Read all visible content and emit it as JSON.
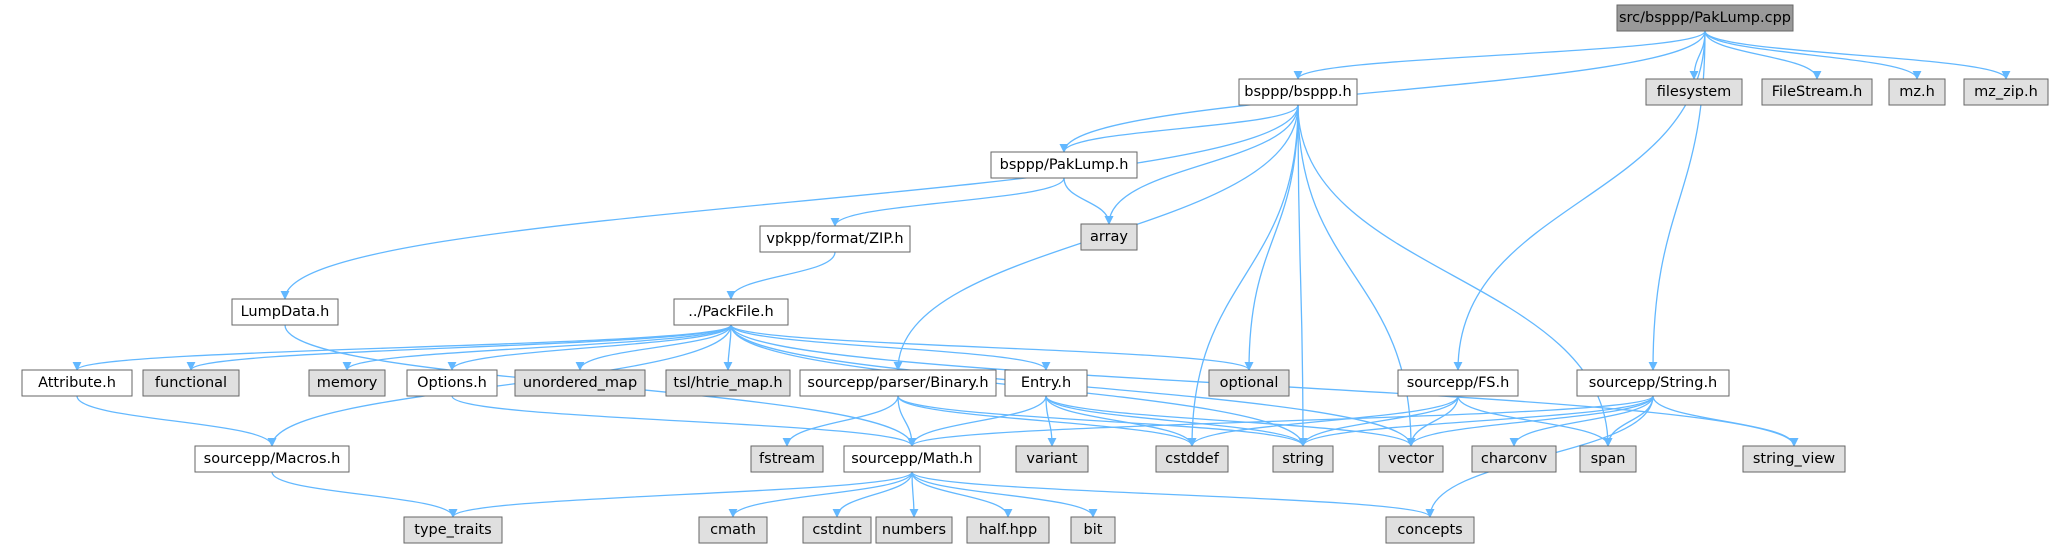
{
  "colors": {
    "root_fill": "#999999",
    "project_fill": "#ffffff",
    "system_fill": "#e0e0e0",
    "node_border": "#666666",
    "edge": "#63b8ff"
  },
  "nodes": {
    "root": {
      "label": "src/bsppp/PakLump.cpp",
      "kind": "root"
    },
    "bspppH": {
      "label": "bsppp/bsppp.h",
      "kind": "project"
    },
    "filesystem": {
      "label": "filesystem",
      "kind": "system"
    },
    "filestream": {
      "label": "FileStream.h",
      "kind": "system"
    },
    "mzh": {
      "label": "mz.h",
      "kind": "system"
    },
    "mzzip": {
      "label": "mz_zip.h",
      "kind": "system"
    },
    "paklump": {
      "label": "bsppp/PakLump.h",
      "kind": "project"
    },
    "array": {
      "label": "array",
      "kind": "system"
    },
    "zip": {
      "label": "vpkpp/format/ZIP.h",
      "kind": "project"
    },
    "lumpdata": {
      "label": "LumpData.h",
      "kind": "project"
    },
    "packfile": {
      "label": "../PackFile.h",
      "kind": "project"
    },
    "attribute": {
      "label": "Attribute.h",
      "kind": "project"
    },
    "functional": {
      "label": "functional",
      "kind": "system"
    },
    "memory": {
      "label": "memory",
      "kind": "system"
    },
    "options": {
      "label": "Options.h",
      "kind": "project"
    },
    "unordered": {
      "label": "unordered_map",
      "kind": "system"
    },
    "htrie": {
      "label": "tsl/htrie_map.h",
      "kind": "system"
    },
    "binary": {
      "label": "sourcepp/parser/Binary.h",
      "kind": "project"
    },
    "entry": {
      "label": "Entry.h",
      "kind": "project"
    },
    "optional": {
      "label": "optional",
      "kind": "system"
    },
    "fsh": {
      "label": "sourcepp/FS.h",
      "kind": "project"
    },
    "stringh": {
      "label": "sourcepp/String.h",
      "kind": "project"
    },
    "macros": {
      "label": "sourcepp/Macros.h",
      "kind": "project"
    },
    "fstream": {
      "label": "fstream",
      "kind": "system"
    },
    "math": {
      "label": "sourcepp/Math.h",
      "kind": "project"
    },
    "variant": {
      "label": "variant",
      "kind": "system"
    },
    "cstddef": {
      "label": "cstddef",
      "kind": "system"
    },
    "string": {
      "label": "string",
      "kind": "system"
    },
    "vector": {
      "label": "vector",
      "kind": "system"
    },
    "charconv": {
      "label": "charconv",
      "kind": "system"
    },
    "span": {
      "label": "span",
      "kind": "system"
    },
    "string_view": {
      "label": "string_view",
      "kind": "system"
    },
    "type_traits": {
      "label": "type_traits",
      "kind": "system"
    },
    "cmath": {
      "label": "cmath",
      "kind": "system"
    },
    "cstdint": {
      "label": "cstdint",
      "kind": "system"
    },
    "numbers": {
      "label": "numbers",
      "kind": "system"
    },
    "half": {
      "label": "half.hpp",
      "kind": "system"
    },
    "bit": {
      "label": "bit",
      "kind": "system"
    },
    "concepts": {
      "label": "concepts",
      "kind": "system"
    }
  },
  "edges": [
    [
      "root",
      "bspppH"
    ],
    [
      "root",
      "paklump"
    ],
    [
      "root",
      "filesystem"
    ],
    [
      "root",
      "filestream"
    ],
    [
      "root",
      "mzh"
    ],
    [
      "root",
      "mzzip"
    ],
    [
      "root",
      "fsh"
    ],
    [
      "root",
      "stringh"
    ],
    [
      "bspppH",
      "paklump"
    ],
    [
      "bspppH",
      "array"
    ],
    [
      "bspppH",
      "lumpdata"
    ],
    [
      "bspppH",
      "binary"
    ],
    [
      "bspppH",
      "optional"
    ],
    [
      "bspppH",
      "cstddef"
    ],
    [
      "bspppH",
      "string"
    ],
    [
      "bspppH",
      "vector"
    ],
    [
      "bspppH",
      "span"
    ],
    [
      "paklump",
      "array"
    ],
    [
      "paklump",
      "zip"
    ],
    [
      "zip",
      "packfile"
    ],
    [
      "lumpdata",
      "math"
    ],
    [
      "packfile",
      "attribute"
    ],
    [
      "packfile",
      "functional"
    ],
    [
      "packfile",
      "memory"
    ],
    [
      "packfile",
      "options"
    ],
    [
      "packfile",
      "unordered"
    ],
    [
      "packfile",
      "htrie"
    ],
    [
      "packfile",
      "entry"
    ],
    [
      "packfile",
      "optional"
    ],
    [
      "packfile",
      "macros"
    ],
    [
      "packfile",
      "string"
    ],
    [
      "packfile",
      "vector"
    ],
    [
      "packfile",
      "string_view"
    ],
    [
      "attribute",
      "macros"
    ],
    [
      "options",
      "math"
    ],
    [
      "binary",
      "fstream"
    ],
    [
      "binary",
      "math"
    ],
    [
      "binary",
      "cstddef"
    ],
    [
      "binary",
      "string"
    ],
    [
      "entry",
      "math"
    ],
    [
      "entry",
      "variant"
    ],
    [
      "entry",
      "cstddef"
    ],
    [
      "entry",
      "string"
    ],
    [
      "entry",
      "vector"
    ],
    [
      "fsh",
      "cstddef"
    ],
    [
      "fsh",
      "string"
    ],
    [
      "fsh",
      "vector"
    ],
    [
      "fsh",
      "span"
    ],
    [
      "stringh",
      "math"
    ],
    [
      "stringh",
      "string"
    ],
    [
      "stringh",
      "vector"
    ],
    [
      "stringh",
      "charconv"
    ],
    [
      "stringh",
      "span"
    ],
    [
      "stringh",
      "string_view"
    ],
    [
      "stringh",
      "concepts"
    ],
    [
      "macros",
      "type_traits"
    ],
    [
      "math",
      "type_traits"
    ],
    [
      "math",
      "cmath"
    ],
    [
      "math",
      "cstdint"
    ],
    [
      "math",
      "numbers"
    ],
    [
      "math",
      "half"
    ],
    [
      "math",
      "bit"
    ],
    [
      "math",
      "concepts"
    ]
  ]
}
